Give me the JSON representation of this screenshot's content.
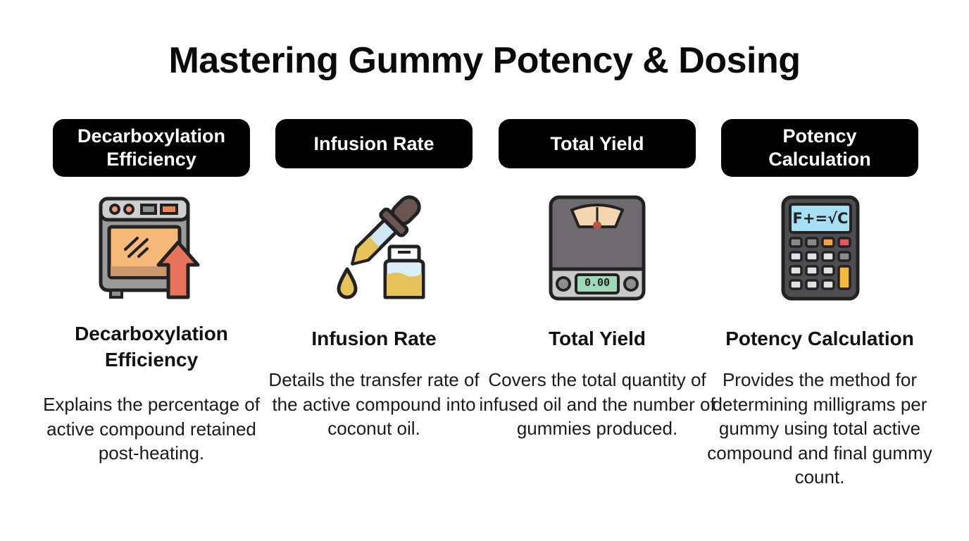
{
  "title": "Mastering Gummy Potency & Dosing",
  "columns": [
    {
      "pill_label": "Decarboxylation Efficiency",
      "icon": "oven-with-up-arrow-icon",
      "heading": "Decarboxylation Efficiency",
      "description": "Explains the percentage of active compound retained post-heating."
    },
    {
      "pill_label": "Infusion Rate",
      "icon": "dropper-and-oil-jar-icon",
      "heading": "Infusion Rate",
      "description": "Details the transfer rate of the active compound into coconut oil."
    },
    {
      "pill_label": "Total Yield",
      "icon": "weighing-scale-icon",
      "heading": "Total Yield",
      "description": "Covers the total quantity of infused oil and the number of gummies produced.",
      "scale_display": "0.00"
    },
    {
      "pill_label": "Potency Calculation",
      "icon": "calculator-icon",
      "heading": "Potency Calculation",
      "description": "Provides the method for determining milligrams per gummy using total active compound and final gummy count.",
      "calculator_display": "F+=√C"
    }
  ],
  "colors": {
    "pill_background": "#000000",
    "pill_text": "#ffffff",
    "oven_window": "#F6B97A",
    "arrow": "#E8735A",
    "oil": "#E6C25A",
    "scale_body": "#6E6A70",
    "scale_display": "#9FD8B8",
    "calc_screen": "#A8DFF2",
    "calc_orange": "#F5A04A",
    "calc_red": "#E8585A",
    "calc_yellow": "#F6B93E"
  }
}
